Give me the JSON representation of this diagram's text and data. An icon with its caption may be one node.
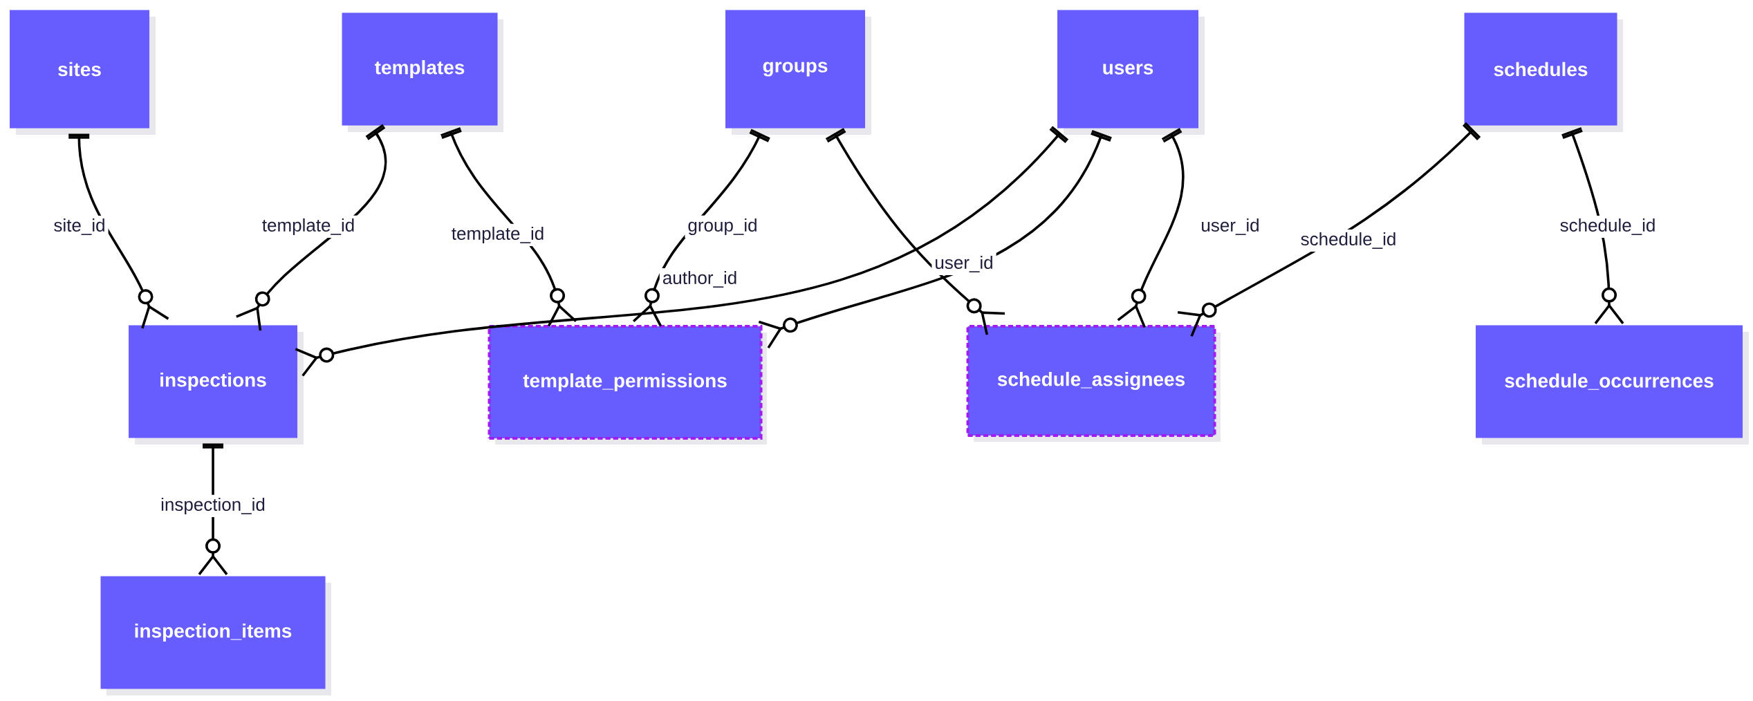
{
  "diagram": {
    "nodes": [
      {
        "text": [
          "sites"
        ]
      },
      {
        "text": [
          "templates"
        ]
      },
      {
        "text": [
          "groups"
        ]
      },
      {
        "text": [
          "users"
        ]
      },
      {
        "text": [
          "schedules"
        ]
      },
      {
        "text": [
          "inspections"
        ]
      },
      {
        "text": [
          "template_permissions"
        ]
      },
      {
        "text": [
          "schedule_assignees"
        ]
      },
      {
        "text": [
          "schedule_occurrences"
        ]
      },
      {
        "text": [
          "inspection_items"
        ]
      }
    ],
    "edges": [
      {
        "from": 0,
        "to": 5,
        "arrow": "other",
        "label": "site_id"
      },
      {
        "from": 1,
        "to": 5,
        "arrow": "other",
        "label": "template_id"
      },
      {
        "from": 1,
        "to": 6,
        "arrow": "other",
        "label": "template_id"
      },
      {
        "from": 2,
        "to": 6,
        "arrow": "other",
        "label": "group_id"
      },
      {
        "from": 2,
        "to": 7,
        "arrow": "other"
      },
      {
        "from": 3,
        "to": 5,
        "arrow": "other",
        "label": "author_id"
      },
      {
        "from": 3,
        "to": 6,
        "arrow": "other",
        "label": "user_id"
      },
      {
        "from": 3,
        "to": 7,
        "arrow": "other",
        "label": "user_id"
      },
      {
        "from": 4,
        "to": 7,
        "arrow": "other",
        "label": "schedule_id"
      },
      {
        "from": 4,
        "to": 8,
        "arrow": "other",
        "label": "schedule_id"
      },
      {
        "from": 5,
        "to": 9,
        "arrow": "other",
        "label": "inspection_id"
      }
    ]
  }
}
